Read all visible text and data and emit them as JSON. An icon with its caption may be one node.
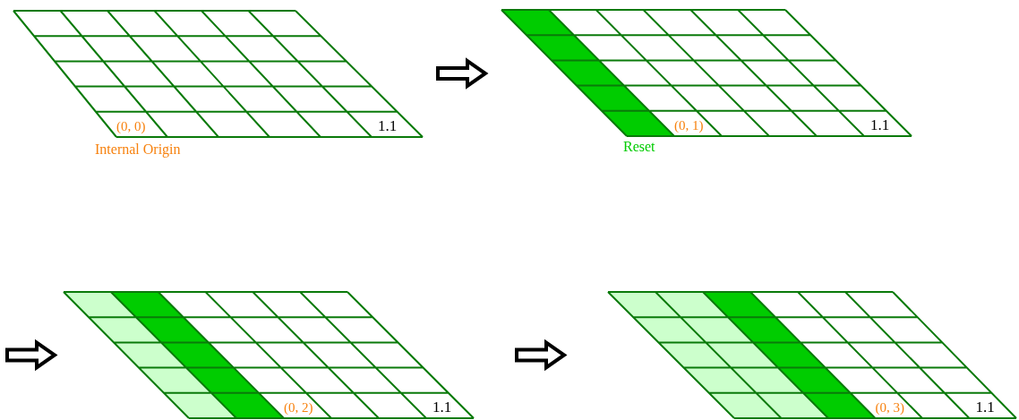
{
  "diagram": {
    "nodes": [
      {
        "text": [
          "(0, 0)",
          "1.1"
        ],
        "beside": [
          "Internal Origin"
        ]
      },
      {
        "text": [
          "(0, 1)",
          "1.1"
        ],
        "beside": [
          "Reset"
        ]
      },
      {
        "text": [
          "(0, 2)",
          "1.1"
        ]
      },
      {
        "text": [
          "(0, 3)",
          "1.1"
        ]
      }
    ],
    "edges": [
      {
        "from": 0,
        "to": 1,
        "arrow": "to"
      },
      {
        "from": null,
        "to": 2,
        "arrow": "to"
      },
      {
        "from": 2,
        "to": 3,
        "arrow": "to"
      }
    ]
  }
}
